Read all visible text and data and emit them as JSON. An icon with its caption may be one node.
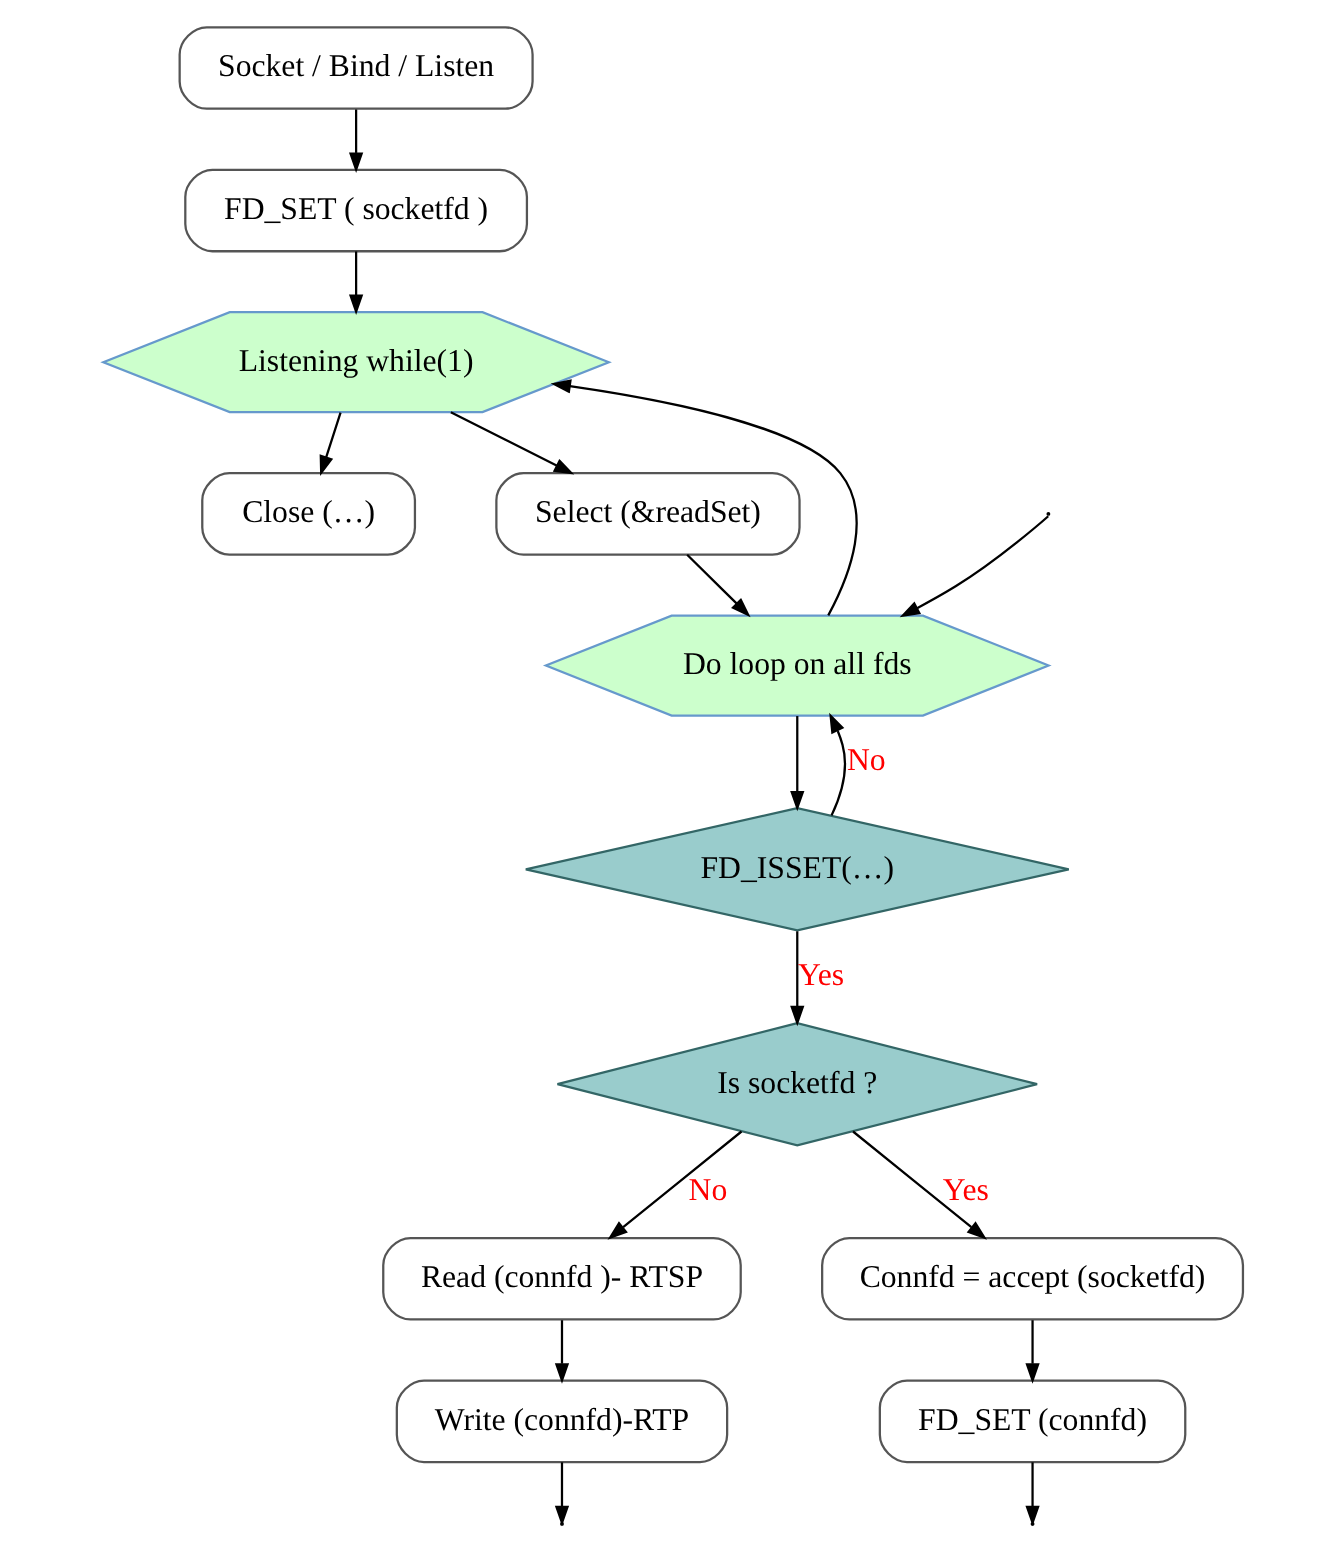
{
  "diagram": {
    "nodes": [
      {
        "text": [
          "Socket / Bind / Listen"
        ]
      },
      {
        "text": [
          "FD_SET ( socketfd )"
        ]
      },
      {
        "text": [
          "Listening while(1)"
        ]
      },
      {
        "text": [
          "Close (…)"
        ]
      },
      {
        "text": [
          "Select (&readSet)"
        ]
      },
      {
        "text": [
          "Do loop on all fds"
        ]
      },
      {
        "text": [
          "FD_ISSET(…)"
        ]
      },
      {
        "text": [
          "Is socketfd ?"
        ]
      },
      {
        "text": [
          "Read (connfd )- RTSP"
        ]
      },
      {
        "text": [
          "Connfd = accept (socketfd)"
        ]
      },
      {
        "text": [
          "Write (connfd)-RTP"
        ]
      },
      {
        "text": [
          "FD_SET (connfd)"
        ]
      }
    ],
    "edges": [
      {
        "from": 0,
        "to": 1,
        "arrow": "to"
      },
      {
        "from": 1,
        "to": 2,
        "arrow": "to"
      },
      {
        "from": 2,
        "to": 3,
        "arrow": "to"
      },
      {
        "from": 2,
        "to": 4,
        "arrow": "to"
      },
      {
        "from": 4,
        "to": 5,
        "arrow": "to"
      },
      {
        "from": 5,
        "to": 2,
        "arrow": "to"
      },
      {
        "from": 5,
        "to": 6,
        "arrow": "to"
      },
      {
        "from": 6,
        "to": 5,
        "arrow": "to",
        "label": "No"
      },
      {
        "from": null,
        "to": 5,
        "arrow": "to"
      },
      {
        "from": 6,
        "to": 7,
        "arrow": "to",
        "label": "Yes"
      },
      {
        "from": 7,
        "to": 8,
        "arrow": "to",
        "label": "No"
      },
      {
        "from": 7,
        "to": 9,
        "arrow": "to",
        "label": "Yes"
      },
      {
        "from": 8,
        "to": 10,
        "arrow": "to"
      },
      {
        "from": 9,
        "to": 11,
        "arrow": "to"
      },
      {
        "from": 10,
        "to": null,
        "arrow": "to"
      },
      {
        "from": 11,
        "to": null,
        "arrow": "to"
      }
    ]
  }
}
